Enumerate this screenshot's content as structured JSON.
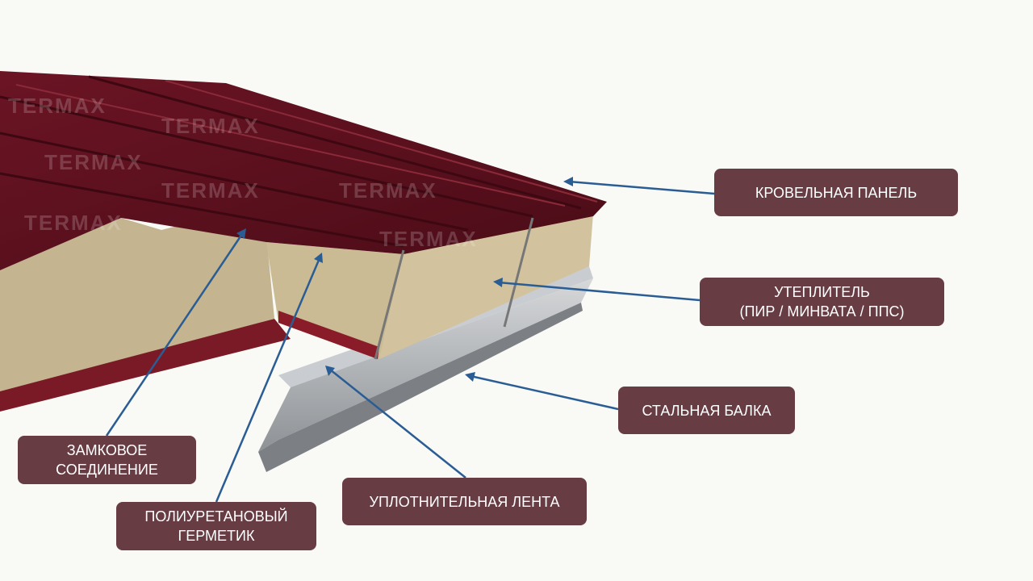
{
  "watermark": "TERMAX",
  "colors": {
    "label_bg": "#673c43",
    "leader_line": "#2a5d94",
    "roof": "#5a0f1c",
    "insulation": "#c9b894",
    "beam": "#b9bcc0"
  },
  "labels": {
    "roof_panel": "КРОВЕЛЬНАЯ ПАНЕЛЬ",
    "insulation": "УТЕПЛИТЕЛЬ\n(ПИР / МИНВАТА / ППС)",
    "steel_beam": "СТАЛЬНАЯ БАЛКА",
    "sealing_tape": "УПЛОТНИТЕЛЬНАЯ ЛЕНТА",
    "pu_sealant": "ПОЛИУРЕТАНОВЫЙ\nГЕРМЕТИК",
    "lock_joint": "ЗАМКОВОЕ\nСОЕДИНЕНИЕ"
  }
}
